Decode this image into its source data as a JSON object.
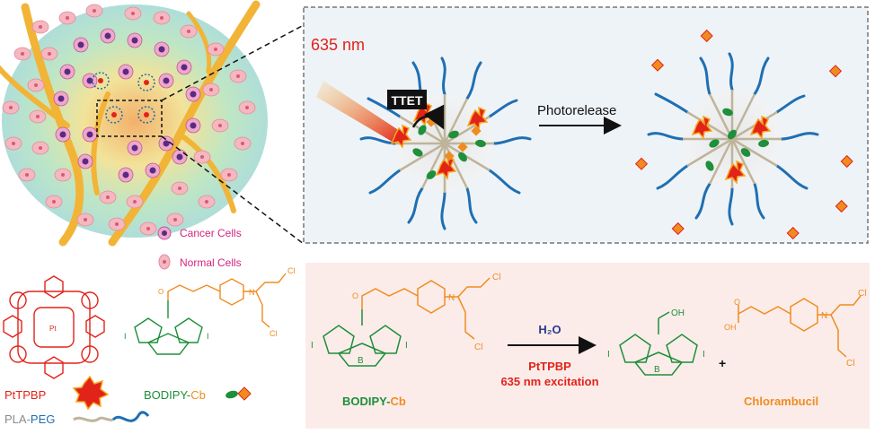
{
  "tumor": {
    "legend_cancer": "Cancer Cells",
    "legend_normal": "Normal Cells"
  },
  "scheme": {
    "wavelength": "635 nm",
    "ttet": "TTET",
    "photorelease": "Photorelease"
  },
  "legend": {
    "pttpbp": "PtTPBP",
    "bodipy_prefix": "BODIPY-",
    "bodipy_cb_suffix": "Cb",
    "pla": "PLA-",
    "peg": "PEG"
  },
  "reaction": {
    "reactant_prefix": "BODIPY-",
    "reactant_suffix": "Cb",
    "water": "H₂O",
    "catalyst": "PtTPBP",
    "excitation": "635 nm excitation",
    "plus": "+",
    "product2": "Chlorambucil",
    "oh": "OH",
    "cl": "Cl",
    "i": "I",
    "n": "N",
    "b": "B",
    "o": "O",
    "pt": "Pt"
  },
  "colors": {
    "red": "#e2231a",
    "green": "#1e8f3a",
    "orange": "#f08c1e",
    "blue": "#1f6fb2",
    "navy": "#2b3a8c",
    "magenta": "#d6247e",
    "vessel": "#f2b437"
  }
}
